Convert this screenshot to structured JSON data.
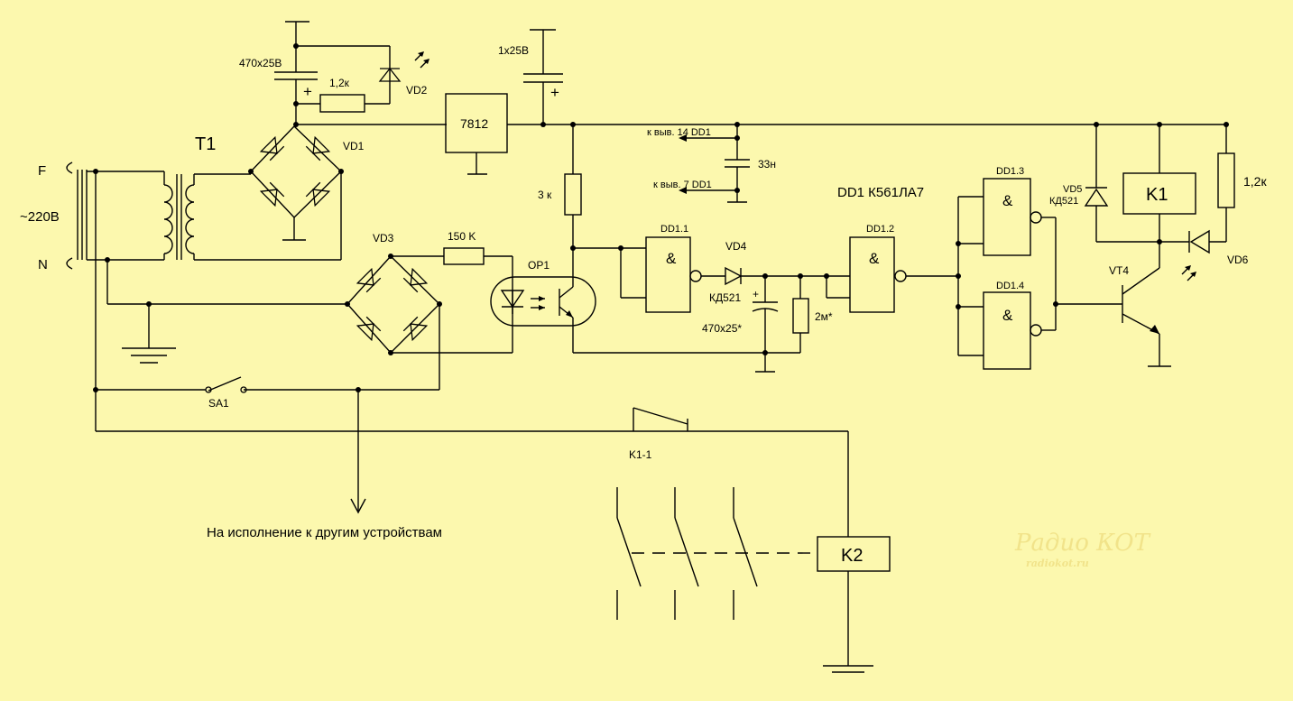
{
  "labels": {
    "phase": "F",
    "neutral": "N",
    "mains": "~220В",
    "t1": "T1",
    "c_top": "470x25В",
    "r_top": "1,2к",
    "vd2": "VD2",
    "vd1": "VD1",
    "reg": "7812",
    "c_reg": "1x25В",
    "pin14": "к выв. 14 DD1",
    "pin7": "к выв. 7 DD1",
    "c33": "33н",
    "r3k": "3 к",
    "vd3": "VD3",
    "r150": "150 K",
    "op1": "OP1",
    "dd1_1": "DD1.1",
    "vd4": "VD4",
    "kd521_a": "КД521",
    "c470": "470x25*",
    "r2m": "2м*",
    "dd1_title": "DD1 К561ЛА7",
    "dd1_2": "DD1.2",
    "dd1_3": "DD1.3",
    "dd1_4": "DD1.4",
    "vd5": "VD5",
    "kd521_b": "КД521",
    "k1": "K1",
    "r12k": "1,2к",
    "vd6": "VD6",
    "vt4": "VT4",
    "sa1": "SA1",
    "k1_1": "K1-1",
    "k2": "K2",
    "output": "На исполнение к другим устройствам",
    "plus": "+",
    "and": "&"
  },
  "logo": {
    "main": "Радио КОТ",
    "url": "radiokot.ru"
  },
  "colors": {
    "background": "#fcf8ae",
    "ink": "#000000",
    "logo": "#f1e38a"
  }
}
